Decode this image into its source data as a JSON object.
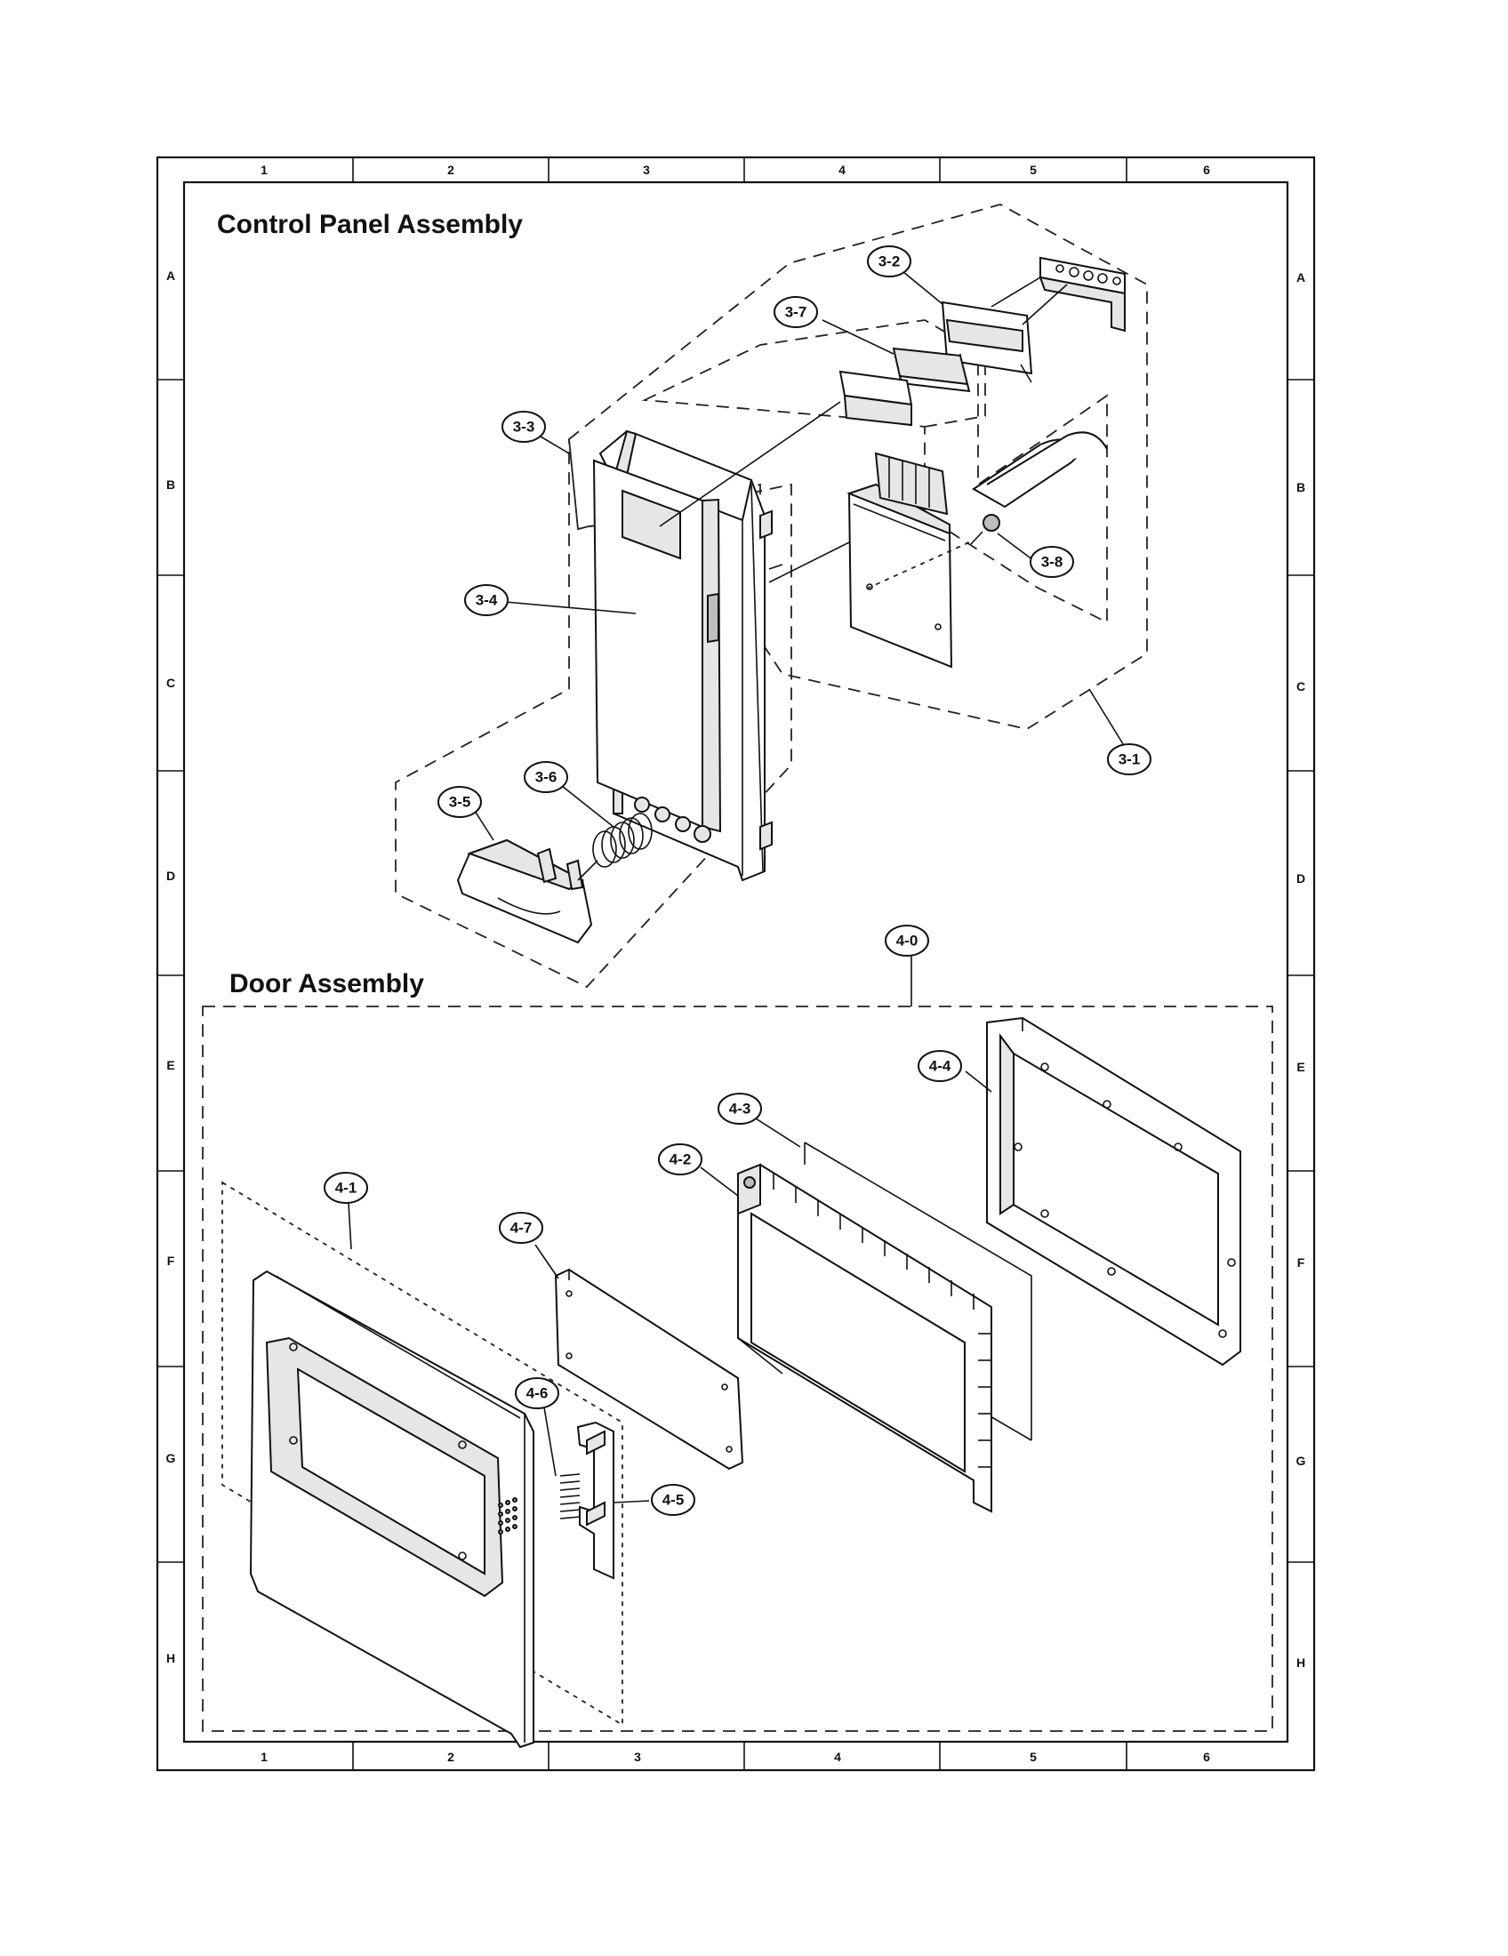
{
  "titles": {
    "control_panel": "Control Panel Assembly",
    "door": "Door Assembly"
  },
  "grid": {
    "columns": [
      "1",
      "2",
      "3",
      "4",
      "5",
      "6"
    ],
    "rows": [
      "A",
      "B",
      "C",
      "D",
      "E",
      "F",
      "G",
      "H"
    ]
  },
  "parts": {
    "p3_1": "3-1",
    "p3_2": "3-2",
    "p3_3": "3-3",
    "p3_4": "3-4",
    "p3_5": "3-5",
    "p3_6": "3-6",
    "p3_7": "3-7",
    "p3_8": "3-8",
    "p4_0": "4-0",
    "p4_1": "4-1",
    "p4_2": "4-2",
    "p4_3": "4-3",
    "p4_4": "4-4",
    "p4_5": "4-5",
    "p4_6": "4-6",
    "p4_7": "4-7"
  }
}
